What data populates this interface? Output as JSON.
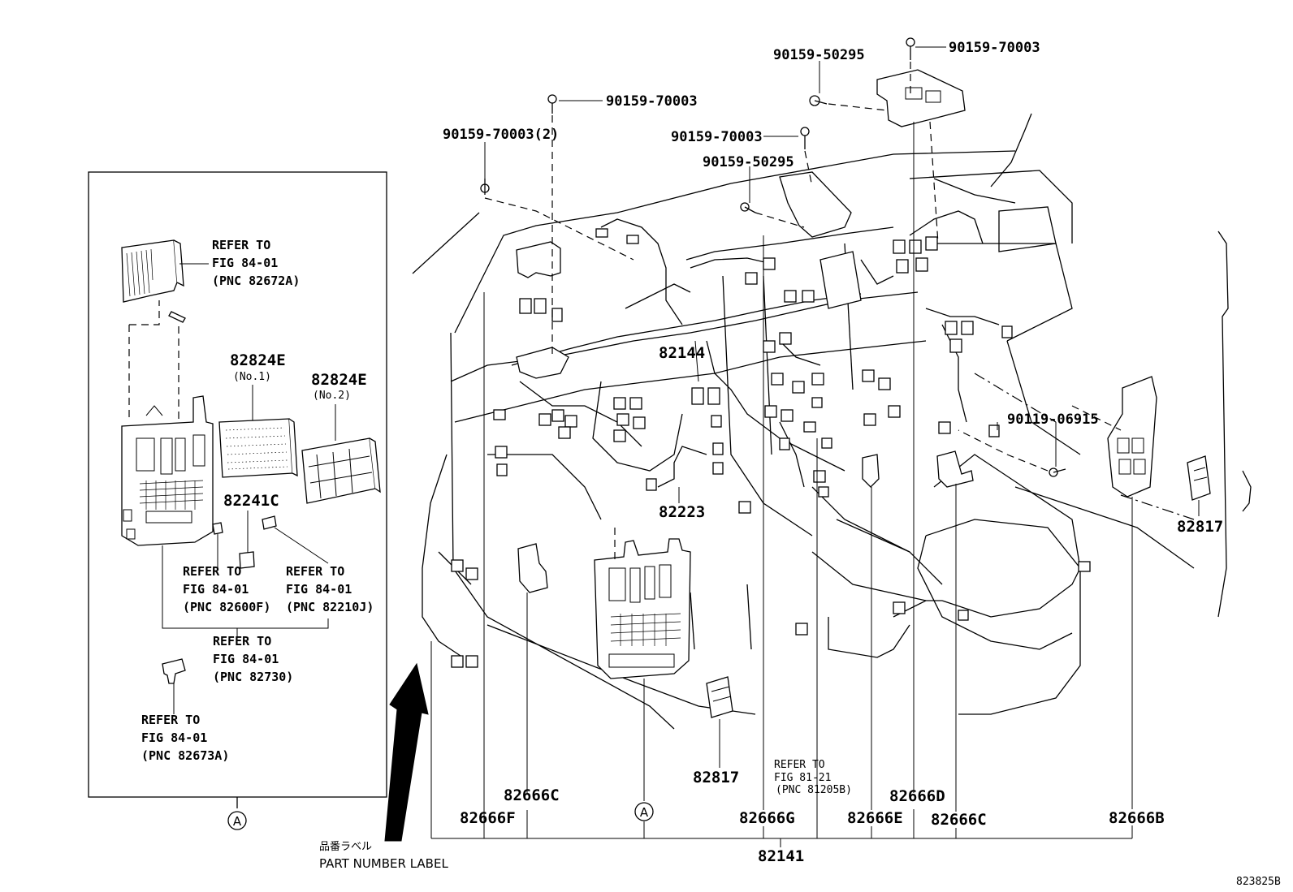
{
  "diagram": {
    "figure_code": "823825B",
    "inset_marker": "A",
    "main_marker": "A",
    "part_number_label_jp": "品番ラベル",
    "part_number_label": "PART NUMBER LABEL",
    "bolts": {
      "b1": "90159-70003",
      "b2": "90159-50295",
      "b3": "90159-70003",
      "b4": "90159-70003(2)",
      "b5": "90159-70003",
      "b6": "90159-50295",
      "b7": "90119-06915"
    },
    "parts": {
      "p82144": "82144",
      "p82223": "82223",
      "p82817_right": "82817",
      "p82817_mid": "82817",
      "p82666C_left": "82666C",
      "p82666F": "82666F",
      "p82666G": "82666G",
      "p82666E": "82666E",
      "p82666D": "82666D",
      "p82666C_right": "82666C",
      "p82666B": "82666B",
      "p82141": "82141",
      "p82824E_1": "82824E",
      "p82824E_1_sub": "(No.1)",
      "p82824E_2": "82824E",
      "p82824E_2_sub": "(No.2)",
      "p82241C": "82241C"
    },
    "refs": {
      "r1": {
        "l1": "REFER TO",
        "l2": "FIG 84-01",
        "l3": "(PNC 82672A)"
      },
      "r2": {
        "l1": "REFER TO",
        "l2": "FIG 84-01",
        "l3": "(PNC 82600F)"
      },
      "r3": {
        "l1": "REFER TO",
        "l2": "FIG 84-01",
        "l3": "(PNC 82210J)"
      },
      "r4": {
        "l1": "REFER TO",
        "l2": "FIG 84-01",
        "l3": "(PNC 82730)"
      },
      "r5": {
        "l1": "REFER TO",
        "l2": "FIG 84-01",
        "l3": "(PNC 82673A)"
      },
      "r6": {
        "l1": "REFER TO",
        "l2": "FIG 81-21",
        "l3": "(PNC 81205B)"
      }
    }
  }
}
